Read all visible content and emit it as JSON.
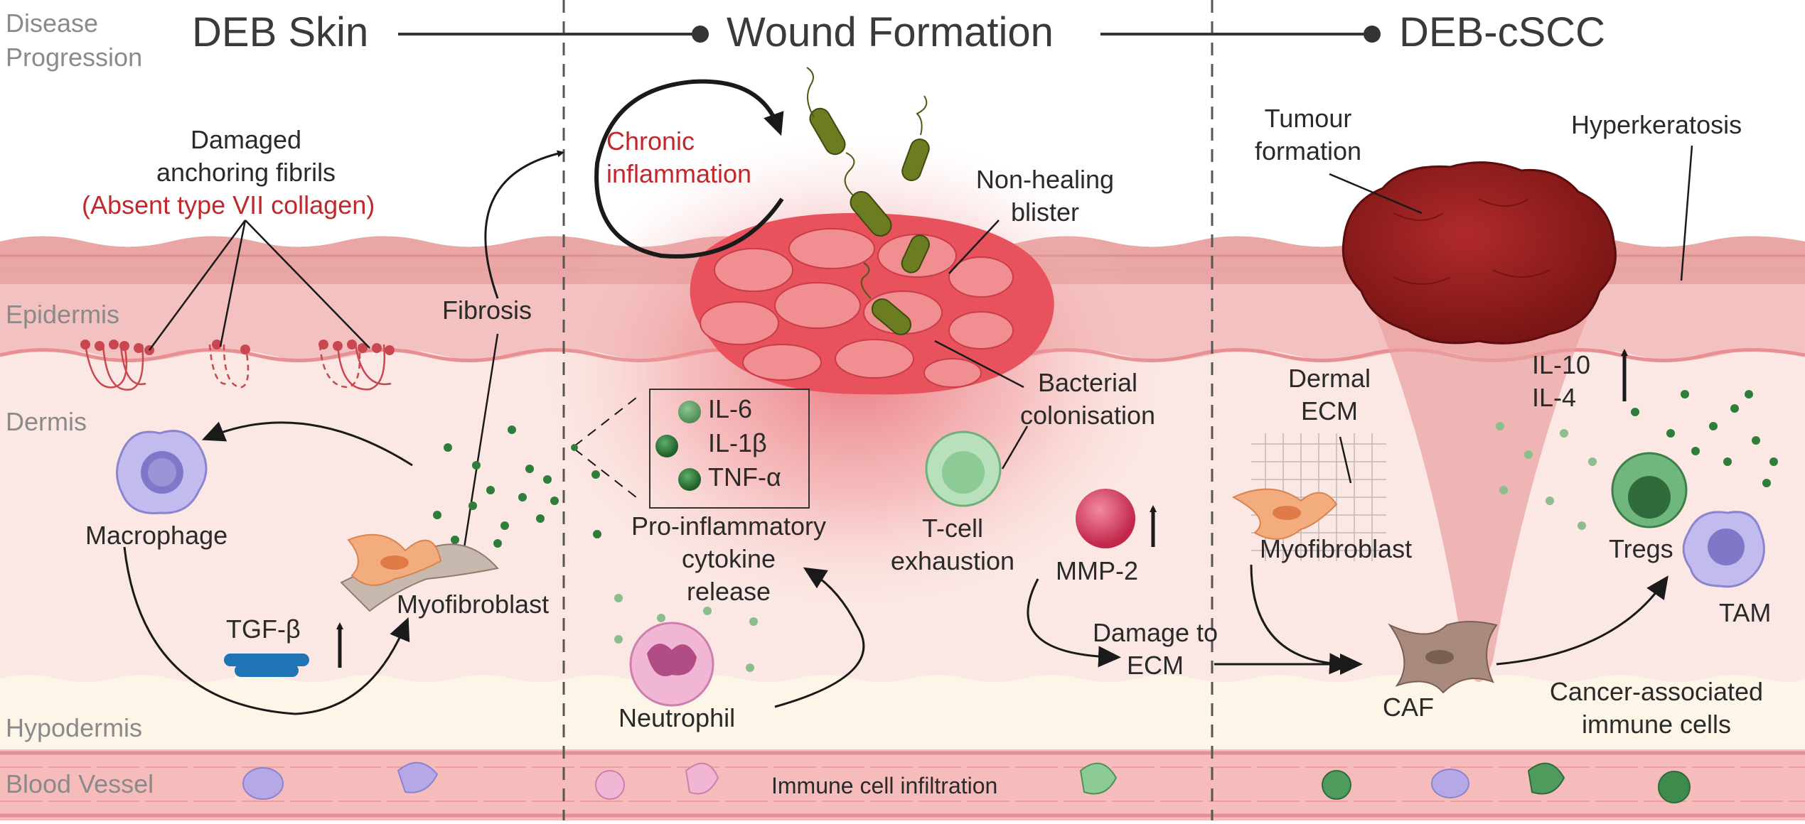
{
  "header": {
    "progression_label_line1": "Disease",
    "progression_label_line2": "Progression",
    "stage1": "DEB Skin",
    "stage2": "Wound Formation",
    "stage3": "DEB-cSCC"
  },
  "layers": {
    "epidermis": "Epidermis",
    "dermis": "Dermis",
    "hypodermis": "Hypodermis",
    "blood_vessel": "Blood Vessel"
  },
  "panel1": {
    "damaged_line1": "Damaged",
    "damaged_line2": "anchoring fibrils",
    "damaged_line3": "(Absent type VII collagen)",
    "fibrosis": "Fibrosis",
    "macrophage": "Macrophage",
    "tgf": "TGF-β",
    "myofibroblast": "Myofibroblast"
  },
  "panel2": {
    "chronic_line1": "Chronic",
    "chronic_line2": "inflammation",
    "nonhealing_line1": "Non-healing",
    "nonhealing_line2": "blister",
    "cytokines": [
      "IL-6",
      "IL-1β",
      "TNF-α"
    ],
    "proinflam_line1": "Pro-inflammatory",
    "proinflam_line2": "cytokine",
    "proinflam_line3": "release",
    "neutrophil": "Neutrophil",
    "bacterial_line1": "Bacterial",
    "bacterial_line2": "colonisation",
    "tcell_line1": "T-cell",
    "tcell_line2": "exhaustion",
    "mmp2": "MMP-2",
    "damage_line1": "Damage to",
    "damage_line2": "ECM",
    "immune_infiltration": "Immune cell infiltration"
  },
  "panel3": {
    "tumour_line1": "Tumour",
    "tumour_line2": "formation",
    "hyperkeratosis": "Hyperkeratosis",
    "dermal_line1": "Dermal",
    "dermal_line2": "ECM",
    "il10": "IL-10",
    "il4": "IL-4",
    "myofibroblast": "Myofibroblast",
    "tregs": "Tregs",
    "tam": "TAM",
    "caf": "CAF",
    "cancer_immune_line1": "Cancer-associated",
    "cancer_immune_line2": "immune cells"
  },
  "colors": {
    "epidermis_top": "#e8a0a0",
    "epidermis_band": "#f3c4c2",
    "dermis": "#fbe6e2",
    "hypodermis": "#fbf4e6",
    "vessel": "#f4b7b7",
    "wound": "#e2424f",
    "tumour": "#8e1d1d",
    "cytokine_green": "#2f7d3a",
    "bacteria": "#6b7d20",
    "myofibroblast": "#f2a977",
    "macrophage": "#b9b3e6",
    "tcell": "#9ed3a9",
    "neutrophil": "#e9a2c8",
    "mmp2": "#d6385c",
    "caf": "#a88b7d",
    "tgf": "#2a77b8",
    "accent_red_text": "#c0282d"
  }
}
